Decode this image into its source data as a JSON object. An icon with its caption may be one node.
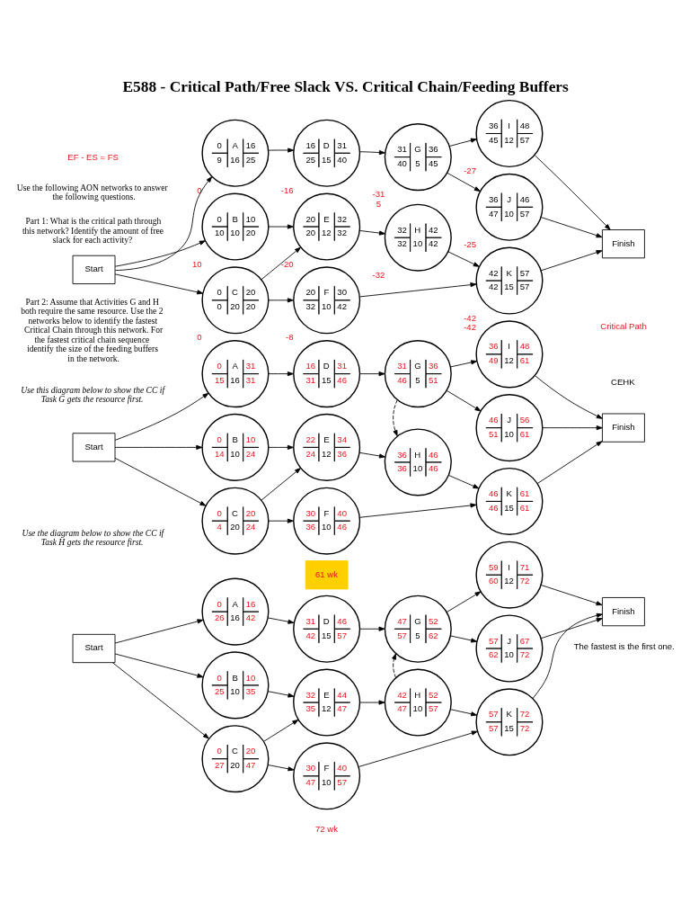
{
  "diagram": {
    "title": "E588 - Critical Path/Free Slack VS. Critical Chain/Feeding Buffers",
    "nodes": [
      {
        "text": [
          "0",
          "A",
          "16",
          "9",
          "16",
          "25"
        ],
        "beside": [
          "0"
        ]
      },
      {
        "text": [
          "16",
          "D",
          "31",
          "25",
          "15",
          "40"
        ],
        "beside": [
          "-16"
        ]
      },
      {
        "text": [
          "31",
          "G",
          "36",
          "40",
          "5",
          "45"
        ],
        "beside": [
          "-31",
          "5"
        ]
      },
      {
        "text": [
          "36",
          "I",
          "48",
          "45",
          "12",
          "57"
        ],
        "beside": [
          "-27"
        ]
      },
      {
        "text": [
          "Start"
        ]
      },
      {
        "text": [
          "0",
          "B",
          "10",
          "10",
          "10",
          "20"
        ],
        "beside": [
          "10"
        ]
      },
      {
        "text": [
          "20",
          "E",
          "32",
          "20",
          "12",
          "32"
        ],
        "beside": [
          "-20"
        ]
      },
      {
        "text": [
          "32",
          "H",
          "42",
          "32",
          "10",
          "42"
        ],
        "beside": [
          "-32"
        ]
      },
      {
        "text": [
          "36",
          "J",
          "46",
          "47",
          "10",
          "57"
        ],
        "beside": [
          "-25"
        ]
      },
      {
        "text": [
          "Finish"
        ]
      },
      {
        "text": [
          "0",
          "C",
          "20",
          "0",
          "20",
          "20"
        ],
        "beside": [
          "0"
        ]
      },
      {
        "text": [
          "20",
          "F",
          "30",
          "32",
          "10",
          "42"
        ],
        "beside": [
          "-8"
        ]
      },
      {
        "text": [
          "42",
          "K",
          "57",
          "42",
          "15",
          "57"
        ],
        "beside": [
          "-42",
          "-42"
        ]
      },
      {
        "text": [
          "0",
          "A",
          "31",
          "15",
          "16",
          "31"
        ]
      },
      {
        "text": [
          "16",
          "D",
          "31",
          "31",
          "15",
          "46"
        ]
      },
      {
        "text": [
          "31",
          "G",
          "36",
          "46",
          "5",
          "51"
        ]
      },
      {
        "text": [
          "36",
          "I",
          "48",
          "49",
          "12",
          "61"
        ]
      },
      {
        "text": [
          "Start"
        ]
      },
      {
        "text": [
          "0",
          "B",
          "10",
          "14",
          "10",
          "24"
        ]
      },
      {
        "text": [
          "22",
          "E",
          "34",
          "24",
          "12",
          "36"
        ]
      },
      {
        "text": [
          "36",
          "H",
          "46",
          "36",
          "10",
          "46"
        ]
      },
      {
        "text": [
          "46",
          "J",
          "56",
          "51",
          "10",
          "61"
        ]
      },
      {
        "text": [
          "Finish"
        ]
      },
      {
        "text": [
          "0",
          "C",
          "20",
          "4",
          "20",
          "24"
        ]
      },
      {
        "text": [
          "30",
          "F",
          "40",
          "36",
          "10",
          "46"
        ]
      },
      {
        "text": [
          "46",
          "K",
          "61",
          "46",
          "15",
          "61"
        ]
      },
      {
        "text": [
          "0",
          "A",
          "16",
          "26",
          "16",
          "42"
        ]
      },
      {
        "text": [
          "31",
          "D",
          "46",
          "42",
          "15",
          "57"
        ]
      },
      {
        "text": [
          "47",
          "G",
          "52",
          "57",
          "5",
          "62"
        ]
      },
      {
        "text": [
          "59",
          "I",
          "71",
          "60",
          "12",
          "72"
        ]
      },
      {
        "text": [
          "Start"
        ]
      },
      {
        "text": [
          "0",
          "B",
          "10",
          "25",
          "10",
          "35"
        ]
      },
      {
        "text": [
          "32",
          "E",
          "44",
          "35",
          "12",
          "47"
        ]
      },
      {
        "text": [
          "42",
          "H",
          "52",
          "47",
          "10",
          "57"
        ]
      },
      {
        "text": [
          "57",
          "J",
          "67",
          "62",
          "10",
          "72"
        ]
      },
      {
        "text": [
          "Finish"
        ]
      },
      {
        "text": [
          "0",
          "C",
          "20",
          "27",
          "20",
          "47"
        ]
      },
      {
        "text": [
          "30",
          "F",
          "40",
          "47",
          "10",
          "57"
        ]
      },
      {
        "text": [
          "57",
          "K",
          "72",
          "57",
          "15",
          "72"
        ]
      }
    ],
    "edges": [
      {
        "from": 4,
        "to": 0,
        "arrow": "to"
      },
      {
        "from": 4,
        "to": 5,
        "arrow": "to"
      },
      {
        "from": 4,
        "to": 10,
        "arrow": "to"
      },
      {
        "from": 0,
        "to": 1,
        "arrow": "to"
      },
      {
        "from": 5,
        "to": 6,
        "arrow": "to"
      },
      {
        "from": 10,
        "to": 6,
        "arrow": "to"
      },
      {
        "from": 10,
        "to": 11,
        "arrow": "to"
      },
      {
        "from": 1,
        "to": 2,
        "arrow": "to"
      },
      {
        "from": 6,
        "to": 7,
        "arrow": "to"
      },
      {
        "from": 2,
        "to": 3,
        "arrow": "to"
      },
      {
        "from": 2,
        "to": 8,
        "arrow": "to"
      },
      {
        "from": 7,
        "to": 12,
        "arrow": "to"
      },
      {
        "from": 11,
        "to": 12,
        "arrow": "to"
      },
      {
        "from": 3,
        "to": 9,
        "arrow": "to"
      },
      {
        "from": 8,
        "to": 9,
        "arrow": "to"
      },
      {
        "from": 12,
        "to": 9,
        "arrow": "to"
      },
      {
        "from": 17,
        "to": 13,
        "arrow": "to"
      },
      {
        "from": 17,
        "to": 18,
        "arrow": "to"
      },
      {
        "from": 17,
        "to": 23,
        "arrow": "to"
      },
      {
        "from": 13,
        "to": 14,
        "arrow": "to"
      },
      {
        "from": 18,
        "to": 19,
        "arrow": "to"
      },
      {
        "from": 23,
        "to": 19,
        "arrow": "to"
      },
      {
        "from": 23,
        "to": 24,
        "arrow": "to"
      },
      {
        "from": 14,
        "to": 15,
        "arrow": "to"
      },
      {
        "from": 19,
        "to": 20,
        "arrow": "to"
      },
      {
        "from": 15,
        "to": 16,
        "arrow": "to"
      },
      {
        "from": 15,
        "to": 21,
        "arrow": "to"
      },
      {
        "from": 20,
        "to": 25,
        "arrow": "to"
      },
      {
        "from": 24,
        "to": 25,
        "arrow": "to"
      },
      {
        "from": 16,
        "to": 22,
        "arrow": "to"
      },
      {
        "from": 21,
        "to": 22,
        "arrow": "to"
      },
      {
        "from": 25,
        "to": 22,
        "arrow": "to"
      },
      {
        "from": 15,
        "to": 20,
        "arrow": "to",
        "style": "dashed"
      },
      {
        "from": 30,
        "to": 26,
        "arrow": "to"
      },
      {
        "from": 30,
        "to": 31,
        "arrow": "to"
      },
      {
        "from": 30,
        "to": 36,
        "arrow": "to"
      },
      {
        "from": 26,
        "to": 27,
        "arrow": "to"
      },
      {
        "from": 31,
        "to": 32,
        "arrow": "to"
      },
      {
        "from": 36,
        "to": 32,
        "arrow": "to"
      },
      {
        "from": 36,
        "to": 37,
        "arrow": "to"
      },
      {
        "from": 27,
        "to": 28,
        "arrow": "to"
      },
      {
        "from": 32,
        "to": 33,
        "arrow": "to"
      },
      {
        "from": 28,
        "to": 29,
        "arrow": "to"
      },
      {
        "from": 28,
        "to": 34,
        "arrow": "to"
      },
      {
        "from": 33,
        "to": 38,
        "arrow": "to"
      },
      {
        "from": 37,
        "to": 38,
        "arrow": "to"
      },
      {
        "from": 29,
        "to": 35,
        "arrow": "to"
      },
      {
        "from": 34,
        "to": 35,
        "arrow": "to"
      },
      {
        "from": 38,
        "to": 35,
        "arrow": "to"
      },
      {
        "from": 33,
        "to": 28,
        "arrow": "to",
        "style": "dashed"
      }
    ],
    "labels": [
      "EF - ES = FS",
      "Use the following AON networks to answer the following questions.",
      "Part 1: What is the critical path through this network? Identify the amount of free slack for each activity?",
      "Critical Path",
      "CEHK",
      "Part 2: Assume that Activities G and H both require the same resource. Use the 2 networks below to identify the fastest Critical Chain through this network. For the fastest critical chain sequence identify the size of the feeding buffers in the network.",
      "Use this diagram below to show the CC if Task G gets the resource first.",
      "61 wk",
      "Use the diagram below to show the CC if Task H gets the resource first.",
      "72 wk",
      "The fastest is the first one."
    ]
  }
}
